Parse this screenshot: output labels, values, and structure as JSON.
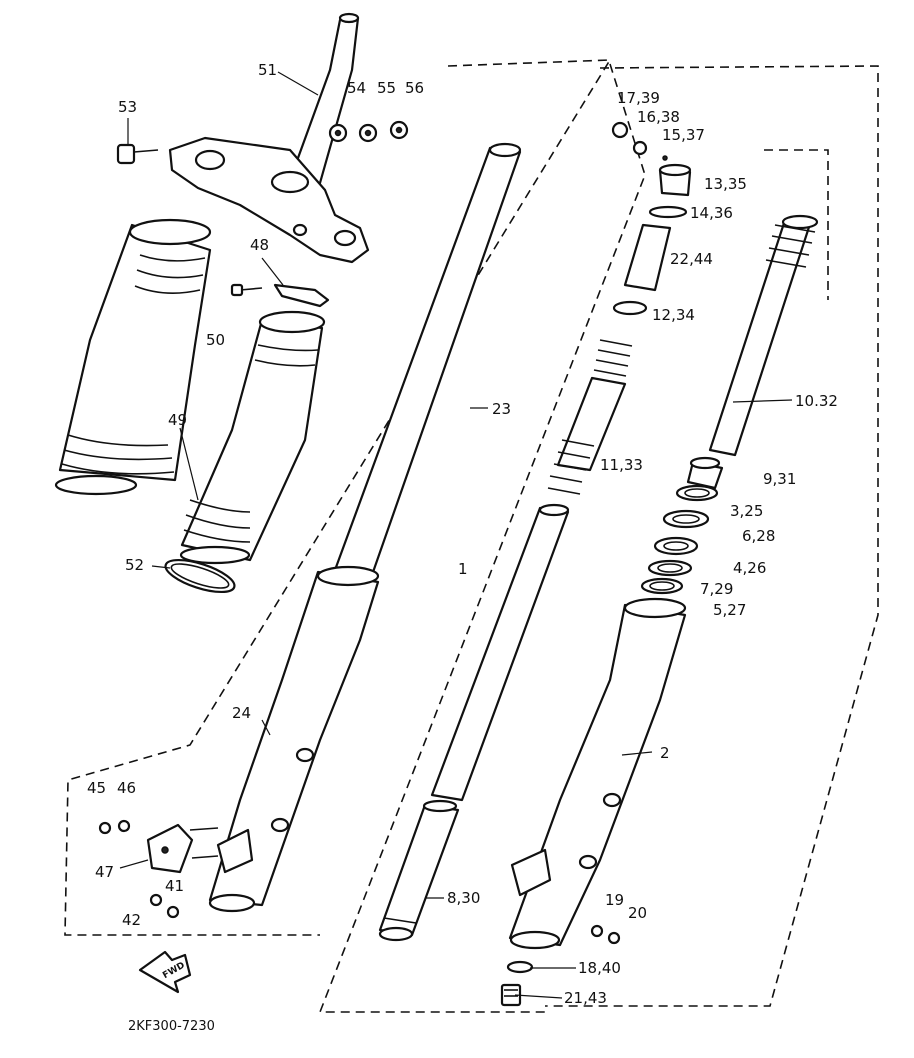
{
  "diagram_code": "2KF300-7230",
  "front_arrow_label": "FWD",
  "callouts": [
    {
      "id": "51",
      "text": "51"
    },
    {
      "id": "54",
      "text": "54"
    },
    {
      "id": "55",
      "text": "55"
    },
    {
      "id": "56",
      "text": "56"
    },
    {
      "id": "53",
      "text": "53"
    },
    {
      "id": "48",
      "text": "48"
    },
    {
      "id": "50",
      "text": "50"
    },
    {
      "id": "49",
      "text": "49"
    },
    {
      "id": "52",
      "text": "52"
    },
    {
      "id": "23",
      "text": "23"
    },
    {
      "id": "24",
      "text": "24"
    },
    {
      "id": "1",
      "text": "1"
    },
    {
      "id": "45",
      "text": "45"
    },
    {
      "id": "46",
      "text": "46"
    },
    {
      "id": "47",
      "text": "47"
    },
    {
      "id": "41",
      "text": "41"
    },
    {
      "id": "42",
      "text": "42"
    },
    {
      "id": "8-30",
      "text": "8,30"
    },
    {
      "id": "17-39",
      "text": "17,39"
    },
    {
      "id": "16-38",
      "text": "16,38"
    },
    {
      "id": "15-37",
      "text": "15,37"
    },
    {
      "id": "13-35",
      "text": "13,35"
    },
    {
      "id": "14-36",
      "text": "14,36"
    },
    {
      "id": "22-44",
      "text": "22,44"
    },
    {
      "id": "12-34",
      "text": "12,34"
    },
    {
      "id": "11-33",
      "text": "11,33"
    },
    {
      "id": "10-32",
      "text": "10.32"
    },
    {
      "id": "9-31",
      "text": "9,31"
    },
    {
      "id": "3-25",
      "text": "3,25"
    },
    {
      "id": "6-28",
      "text": "6,28"
    },
    {
      "id": "4-26",
      "text": "4,26"
    },
    {
      "id": "7-29",
      "text": "7,29"
    },
    {
      "id": "5-27",
      "text": "5,27"
    },
    {
      "id": "2",
      "text": "2"
    },
    {
      "id": "19",
      "text": "19"
    },
    {
      "id": "20",
      "text": "20"
    },
    {
      "id": "18-40",
      "text": "18,40"
    },
    {
      "id": "21-43",
      "text": "21,43"
    }
  ]
}
